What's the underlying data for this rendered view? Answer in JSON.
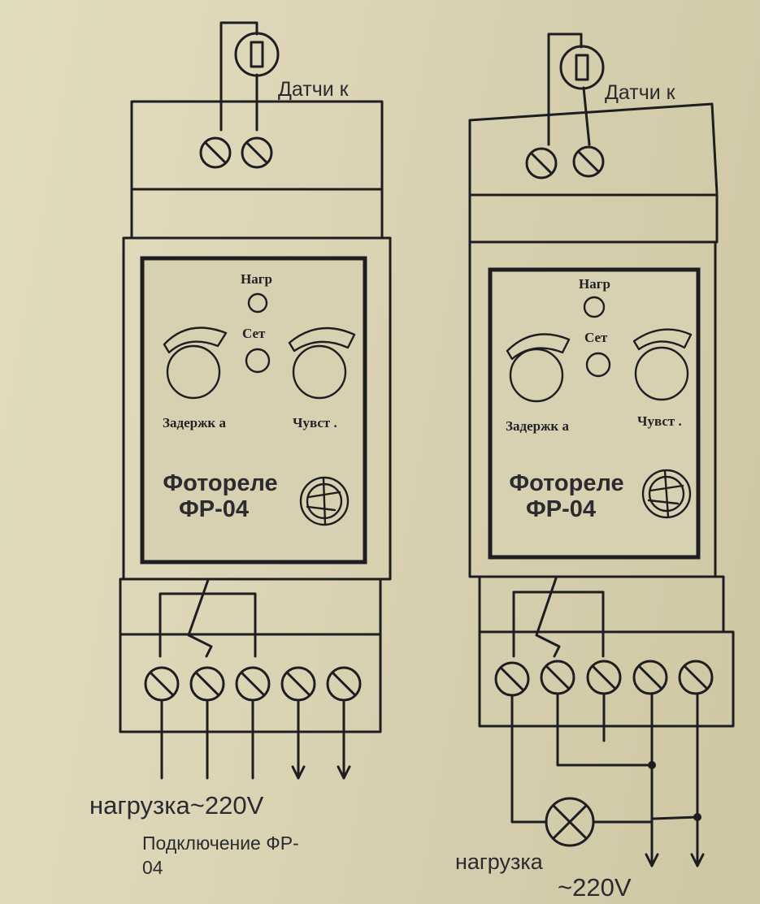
{
  "devices": [
    {
      "id": "left",
      "sensor_label": "Датчи к",
      "indicator_load": "Нагр",
      "indicator_network": "Сет",
      "knob_delay": "Задержк а",
      "knob_sensitivity": "Чувст .",
      "device_title_line1": "Фотореле",
      "device_title_line2": "ФР-04"
    },
    {
      "id": "right",
      "sensor_label": "Датчи к",
      "indicator_load": "Нагр",
      "indicator_network": "Сет",
      "knob_delay": "Задержк а",
      "knob_sensitivity": "Чувст .",
      "device_title_line1": "Фотореле",
      "device_title_line2": "ФР-04"
    }
  ],
  "left_caption": {
    "load_voltage": "нагрузка~220V",
    "connection_line1": "Подключение ФР-",
    "connection_line2": "04"
  },
  "right_caption": {
    "load": "нагрузка",
    "voltage": "~220V"
  }
}
